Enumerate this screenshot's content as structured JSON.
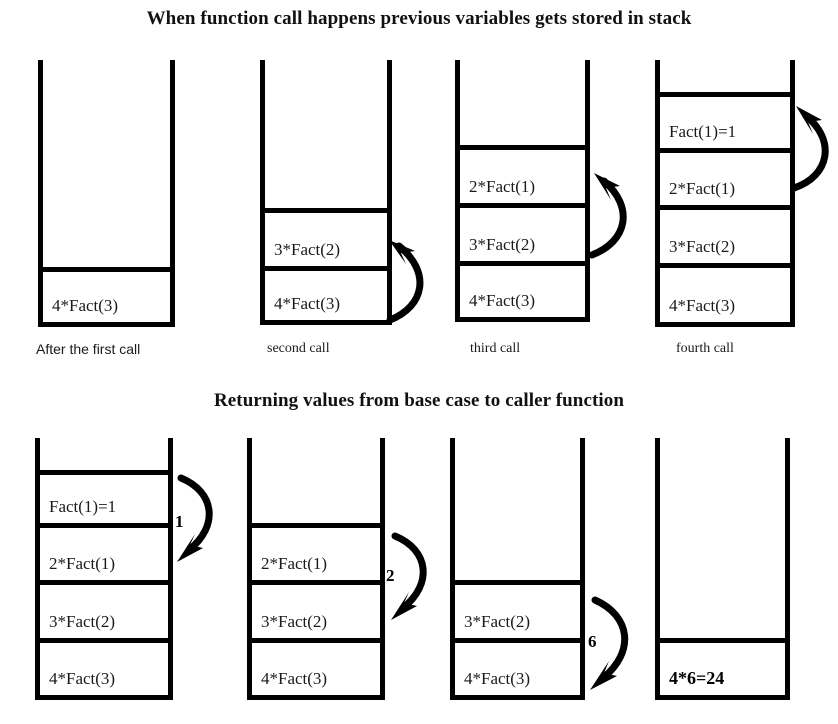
{
  "headings": {
    "top": "When function call happens previous variables gets stored in stack",
    "bottom": "Returning values from base case to caller function"
  },
  "top_row": {
    "stacks": [
      {
        "caption": "After the first call",
        "cells": [
          "4*Fact(3)"
        ],
        "arrow": null
      },
      {
        "caption": "second call",
        "cells": [
          "3*Fact(2)",
          "4*Fact(3)"
        ],
        "arrow": {
          "direction": "up",
          "label": ""
        }
      },
      {
        "caption": "third call",
        "cells": [
          "2*Fact(1)",
          "3*Fact(2)",
          "4*Fact(3)"
        ],
        "arrow": {
          "direction": "up",
          "label": ""
        }
      },
      {
        "caption": "fourth call",
        "cells": [
          "Fact(1)=1",
          "2*Fact(1)",
          "3*Fact(2)",
          "4*Fact(3)"
        ],
        "arrow": {
          "direction": "up",
          "label": ""
        }
      }
    ]
  },
  "bottom_row": {
    "stacks": [
      {
        "caption": "",
        "cells": [
          "Fact(1)=1",
          "2*Fact(1)",
          "3*Fact(2)",
          "4*Fact(3)"
        ],
        "arrow": {
          "direction": "down",
          "label": "1"
        }
      },
      {
        "caption": "",
        "cells": [
          "2*Fact(1)",
          "3*Fact(2)",
          "4*Fact(3)"
        ],
        "arrow": {
          "direction": "down",
          "label": "2"
        }
      },
      {
        "caption": "",
        "cells": [
          "3*Fact(2)",
          "4*Fact(3)"
        ],
        "arrow": {
          "direction": "down",
          "label": "6"
        }
      },
      {
        "caption": "",
        "cells": [
          "4*6=24"
        ],
        "arrow": null,
        "result": true
      }
    ]
  },
  "colors": {
    "ink": "#000000",
    "paper": "#ffffff",
    "text": "#1a1a1a"
  }
}
